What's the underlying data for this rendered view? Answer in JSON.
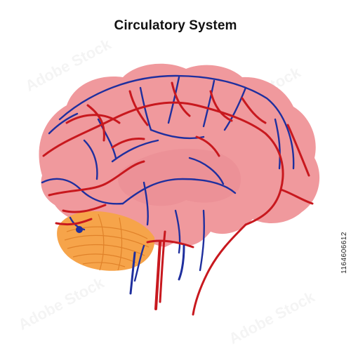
{
  "title": "Circulatory System",
  "stock_id": "1164606612",
  "watermark_text": "Adobe Stock",
  "colors": {
    "brain": "#f0999d",
    "brain_shadow": "#e77f86",
    "cerebellum": "#f6a44a",
    "cerebellum_lines": "#e0822a",
    "artery": "#c8181e",
    "vein": "#1f2f9e"
  },
  "icons": [
    "brain-outline",
    "cerebellum",
    "arteries",
    "veins",
    "brainstem"
  ]
}
